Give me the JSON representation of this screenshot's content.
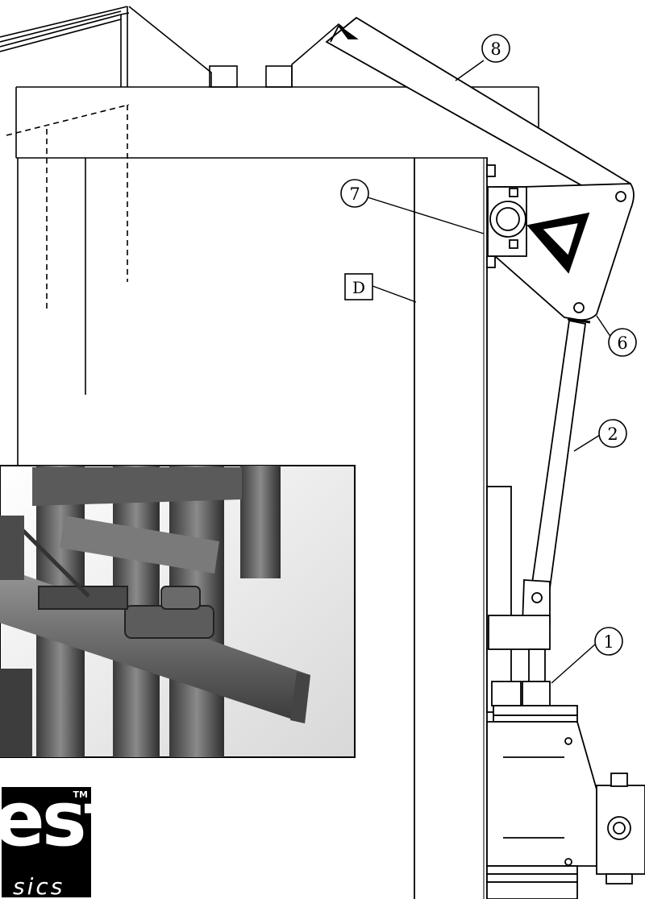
{
  "labels": {
    "callout_1": "1",
    "callout_2": "2",
    "callout_6": "6",
    "callout_7": "7",
    "callout_8": "8",
    "box_d": "D"
  },
  "logo": {
    "word": "est",
    "sub": "sics",
    "tm": "TM"
  }
}
